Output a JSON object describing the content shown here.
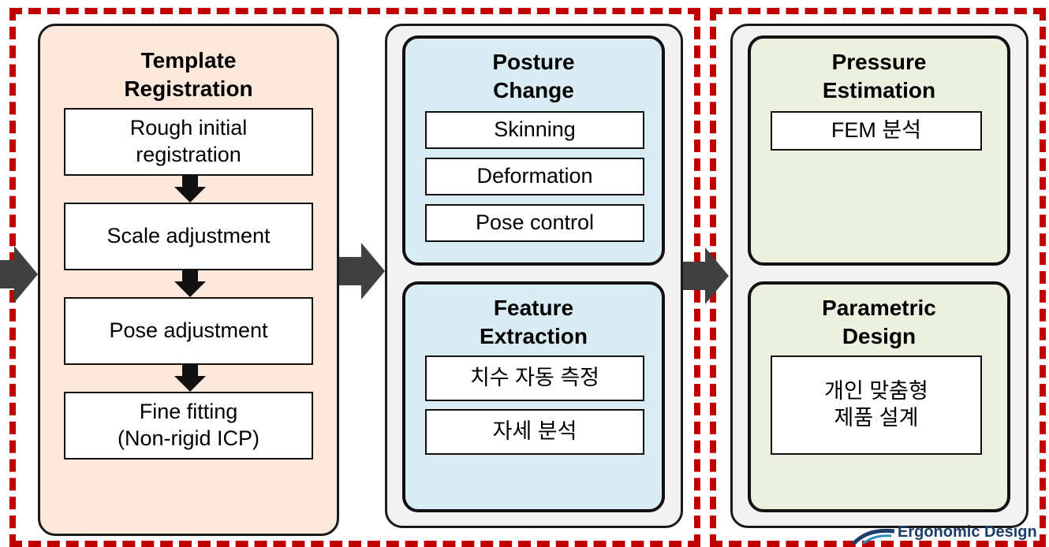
{
  "column1": {
    "title": "Template\nRegistration",
    "steps": [
      "Rough initial\nregistration",
      "Scale adjustment",
      "Pose adjustment",
      "Fine fitting\n(Non-rigid ICP)"
    ]
  },
  "column2": {
    "posture": {
      "title": "Posture\nChange",
      "items": [
        "Skinning",
        "Deformation",
        "Pose control"
      ]
    },
    "feature": {
      "title": "Feature\nExtraction",
      "items": [
        "치수 자동 측정",
        "자세 분석"
      ]
    }
  },
  "column3": {
    "pressure": {
      "title": "Pressure\nEstimation",
      "items": [
        "FEM 분석"
      ]
    },
    "parametric": {
      "title": "Parametric\nDesign",
      "items": [
        "개인 맞춤형\n제품 설계"
      ]
    }
  },
  "footer": {
    "logo_text": "Ergonomic Design"
  },
  "colors": {
    "dash": "#c00000",
    "registration_fill": "#fce9dc",
    "outer_panel_fill": "#f2f2f2",
    "posture_fill": "#d9ebf3",
    "pressure_fill": "#ebf0df",
    "arrow": "#404040"
  }
}
